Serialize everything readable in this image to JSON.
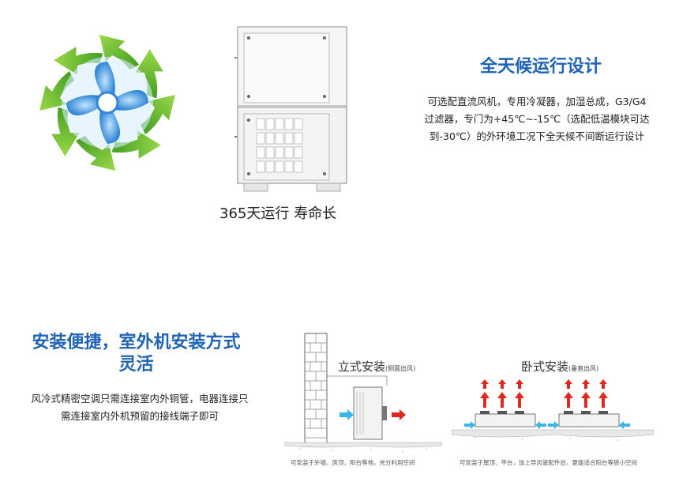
{
  "section_climate": {
    "title": "全天候运行设计",
    "body_line1": "可选配直流风机，专用冷凝器，加湿总成，G3/G4",
    "body_line2": "过滤器，专门为+45℃~-15℃（选配低温模块可达",
    "body_line3": "到-30℃）的外环境工况下全天候不间断运行设计"
  },
  "product": {
    "caption": "365天运行 寿命长"
  },
  "section_install": {
    "title_line1": "安装便捷，室外机安装方式",
    "title_line2": "灵活",
    "body_line1": "风冷式精密空调只需连接室内外铜管，电器连接只",
    "body_line2": "需连接室内外机预留的接线端子即可"
  },
  "diagram_vertical": {
    "label": "立式安装",
    "note": "(侧面出风)",
    "caption": "可安装于外墙、房顶、阳台等地，充分利用空间"
  },
  "diagram_horizontal": {
    "label": "卧式安装",
    "note": "(垂直出风)",
    "caption": "可安装于屋顶、平台，加上导风管配件后，更能适合阳台等狭小空间"
  },
  "colors": {
    "title_blue": "#1e63b5",
    "arrow_green": "#5cb531",
    "fan_blue": "#2f86d6",
    "airflow_red": "#e0281e",
    "airflow_cyan": "#39b6e8"
  }
}
